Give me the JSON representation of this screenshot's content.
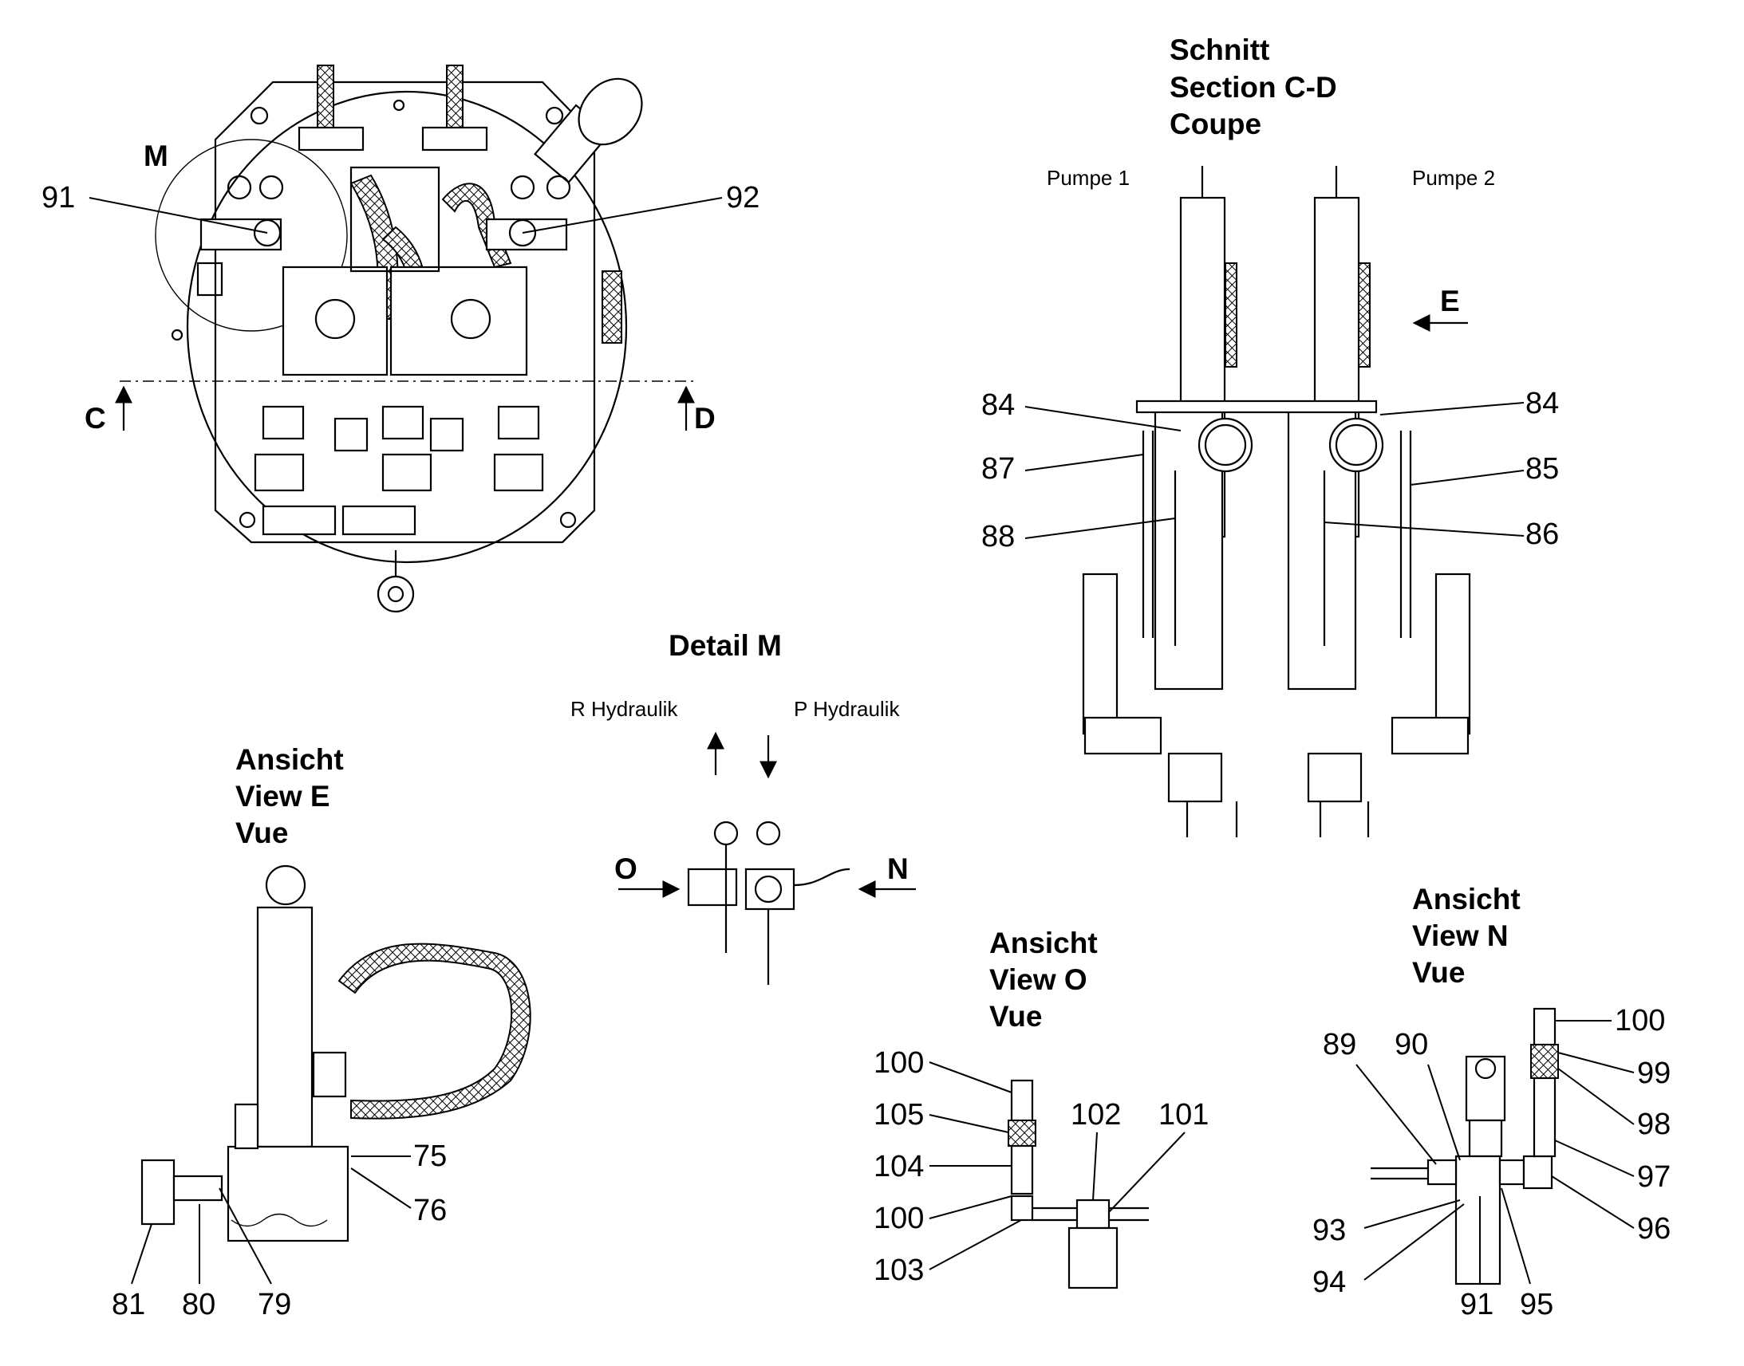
{
  "views": {
    "main": {
      "label_m": "M",
      "label_c": "C",
      "label_d": "D"
    },
    "section_cd": {
      "title_line1": "Schnitt",
      "title_line2": "Section  C-D",
      "title_line3": "Coupe",
      "pump1": "Pumpe 1",
      "pump2": "Pumpe 2",
      "arrow_e": "E"
    },
    "detail_m": {
      "title": "Detail   M",
      "r_hydraulik": "R Hydraulik",
      "p_hydraulik": "P Hydraulik",
      "arrow_o": "O",
      "arrow_n": "N"
    },
    "view_e": {
      "title_line1": "Ansicht",
      "title_line2": "View     E",
      "title_line3": "Vue"
    },
    "view_o": {
      "title_line1": "Ansicht",
      "title_line2": "View     O",
      "title_line3": "Vue"
    },
    "view_n": {
      "title_line1": "Ansicht",
      "title_line2": "View     N",
      "title_line3": "Vue"
    }
  },
  "callouts": {
    "main": [
      "91",
      "92"
    ],
    "section_cd": [
      "84",
      "87",
      "88",
      "84",
      "85",
      "86"
    ],
    "view_e": [
      "75",
      "76",
      "81",
      "80",
      "79"
    ],
    "view_o": [
      "100",
      "105",
      "104",
      "100",
      "103",
      "102",
      "101"
    ],
    "view_n": [
      "100",
      "99",
      "98",
      "97",
      "96",
      "89",
      "90",
      "93",
      "94",
      "91",
      "95"
    ]
  }
}
